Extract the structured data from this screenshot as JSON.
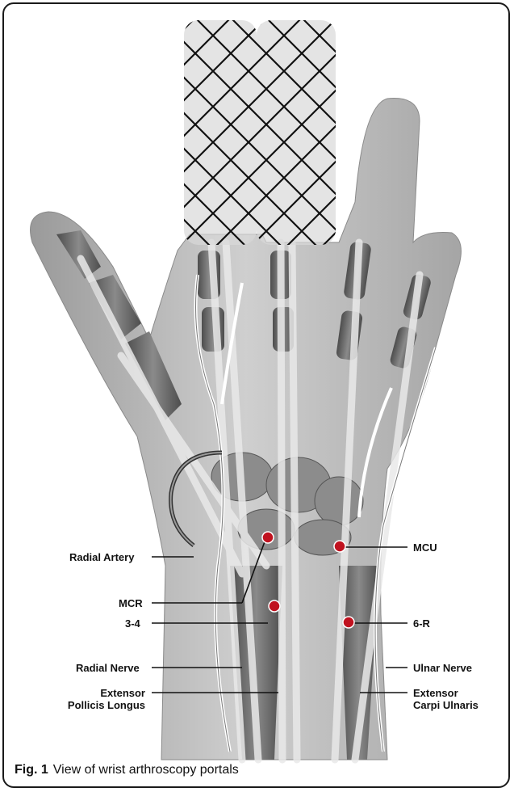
{
  "caption": {
    "fig_label": "Fig. 1",
    "text": "View of wrist arthroscopy portals"
  },
  "labels": {
    "radial_artery": "Radial Artery",
    "mcr": "MCR",
    "portal_34": "3-4",
    "radial_nerve": "Radial Nerve",
    "epl_line1": "Extensor",
    "epl_line2": "Pollicis Longus",
    "mcu": "MCU",
    "portal_6r": "6-R",
    "ulnar_nerve": "Ulnar Nerve",
    "ecu_line1": "Extensor",
    "ecu_line2": "Carpi Ulnaris"
  },
  "colors": {
    "portal_dot": "#c0121f",
    "skin": "#bdbdbd",
    "bone": "#6f6f6f",
    "tendon": "#e6e6e6",
    "nerve": "#ffffff",
    "finger_trap": "#111111"
  }
}
